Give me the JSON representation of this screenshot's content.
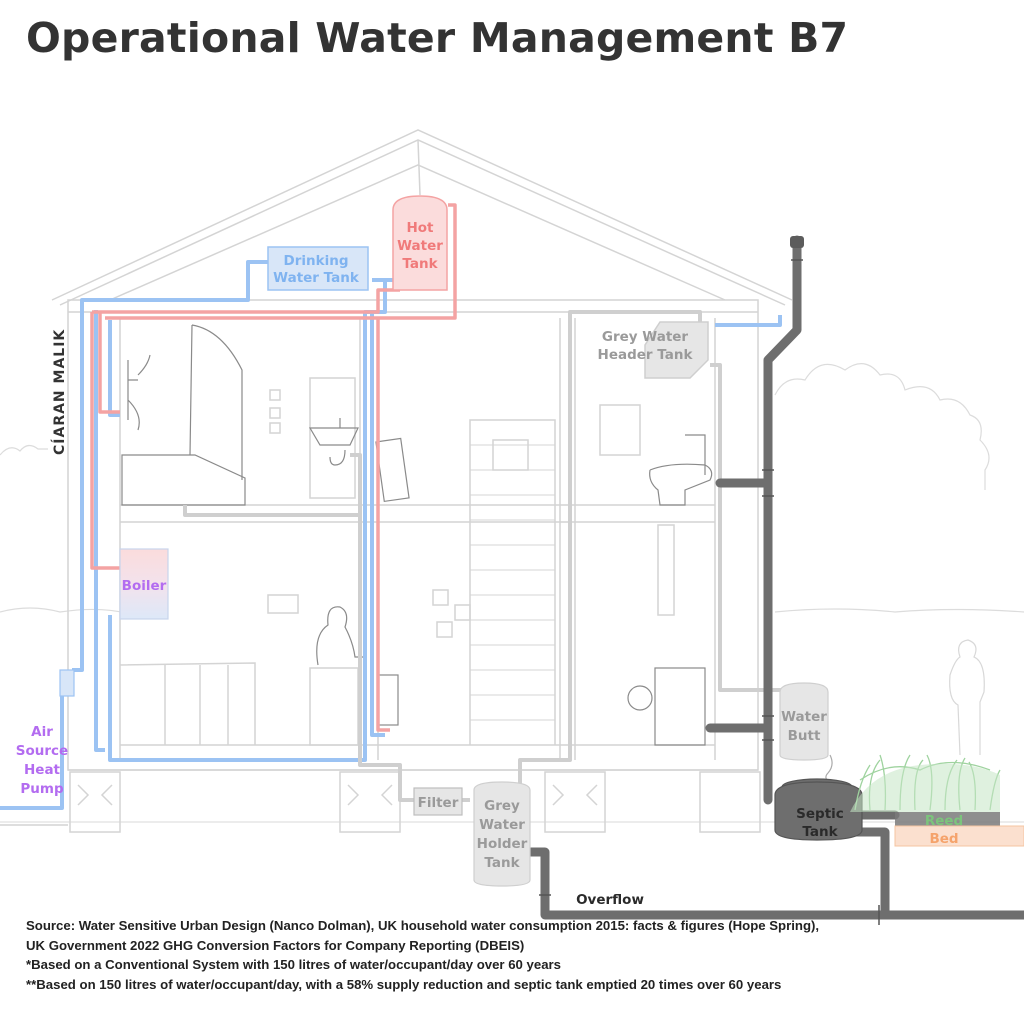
{
  "title": "Operational Water Management B7",
  "author": "CÍARAN MALIK",
  "colors": {
    "cold_water": "#7fb3f0",
    "cold_fill": "#d8e6f8",
    "hot_water": "#f28b8b",
    "hot_fill": "#fbdcdc",
    "grey_water": "#c8c8c8",
    "grey_fill": "#e6e6e6",
    "grey_text": "#9a9a9a",
    "black_water": "#6e6e6e",
    "heating_label": "#b36cf0",
    "reed_green": "#7cc47c",
    "bed_orange": "#f5a36b",
    "sketch_line": "#d4d4d4"
  },
  "labels": {
    "drinking_water_tank": [
      "Drinking",
      "Water Tank"
    ],
    "hot_water_tank": [
      "Hot",
      "Water",
      "Tank"
    ],
    "grey_water_header_tank": [
      "Grey Water",
      "Header Tank"
    ],
    "boiler": "Boiler",
    "air_source_heat_pump": [
      "Air",
      "Source",
      "Heat",
      "Pump"
    ],
    "filter": "Filter",
    "grey_water_holder_tank": [
      "Grey",
      "Water",
      "Holder",
      "Tank"
    ],
    "water_butt": [
      "Water",
      "Butt"
    ],
    "septic_tank": [
      "Septic",
      "Tank"
    ],
    "reed_bed": [
      "Reed",
      "Bed"
    ],
    "overflow": "Overflow"
  },
  "notes": [
    "Source: Water Sensitive Urban Design (Nanco Dolman), UK household water consumption 2015: facts & figures (Hope Spring),",
    "UK Government 2022 GHG Conversion Factors for Company Reporting (DBEIS)",
    "*Based on a Conventional System with 150 litres of water/occupant/day over 60 years",
    "**Based on 150 litres of water/occupant/day, with a 58% supply reduction and septic tank emptied 20 times over 60 years"
  ]
}
